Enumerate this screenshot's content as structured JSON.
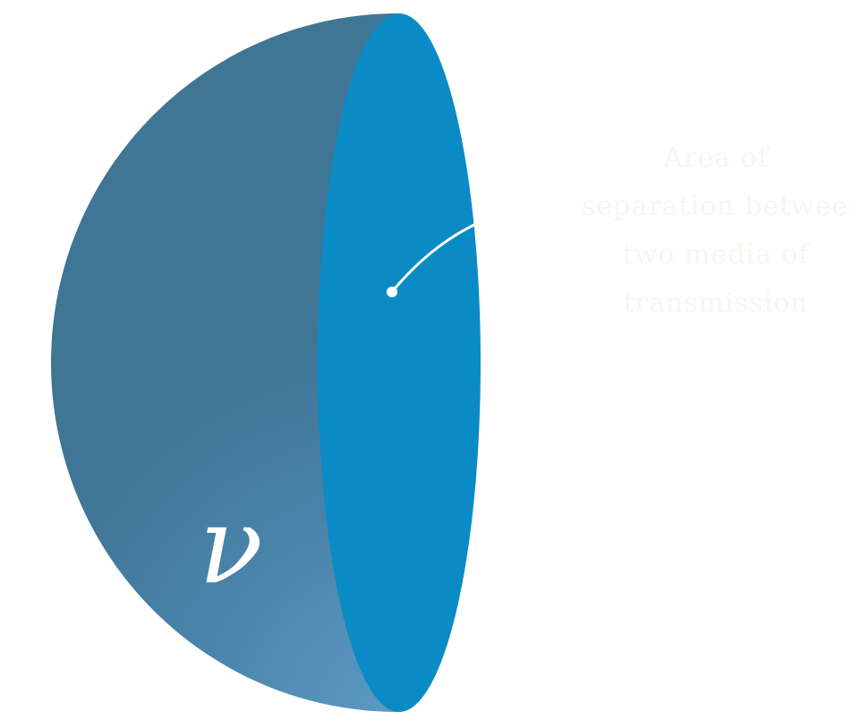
{
  "figure": {
    "volume_symbol": "ν",
    "annotation_lines": [
      "Area of",
      "separation between",
      "two media of",
      "transmission"
    ],
    "colors": {
      "background": "#ffffff",
      "hemisphere_shell": "#3f7595",
      "hemisphere_highlight": "#5b98c2",
      "cut_face": "#0a8bc6",
      "leader_line": "#ffffff",
      "annotation_text": "#f7f7ef"
    }
  }
}
